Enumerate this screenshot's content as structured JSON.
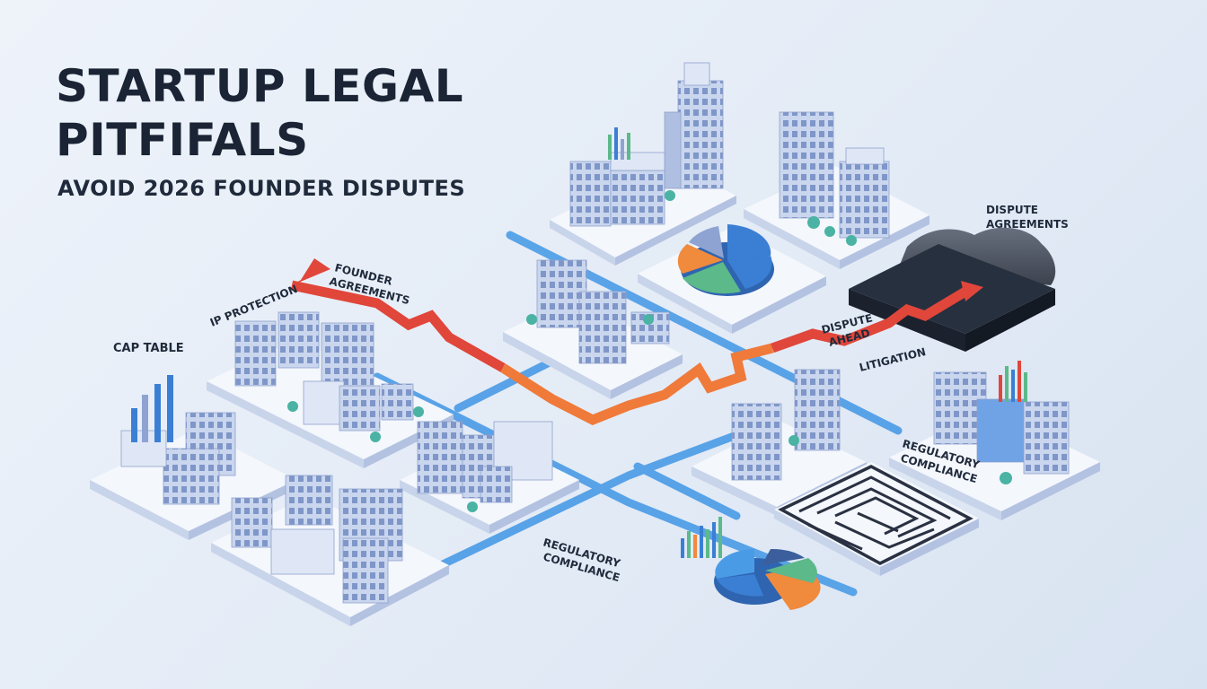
{
  "header": {
    "title_line1": "STARTUP LEGAL",
    "title_line2": "PITFIFALS",
    "subtitle": "AVOID 2026 FOUNDER DISPUTES"
  },
  "labels": {
    "cap_table": "CAP TABLE",
    "ip_protection": "IP PROTECTION",
    "founder_agreements_1": "FOUNDER",
    "founder_agreements_2": "AGREEMENTS",
    "dispute_agreements_1": "DISPUTE",
    "dispute_agreements_2": "AGREEMENTS",
    "dispute_ahead_1": "DISPUTE",
    "dispute_ahead_2": "AHEAD",
    "litigation": "LITIGATION",
    "regulatory_compliance_right_1": "REGULATORY",
    "regulatory_compliance_right_2": "COMPLIANCE",
    "regulatory_compliance_bottom_1": "REGULATORY",
    "regulatory_compliance_bottom_2": "COMPLIANCE"
  },
  "colors": {
    "path_red": "#e0463a",
    "path_orange": "#ef7a3a",
    "road_blue": "#4a9be6",
    "building_light": "#dfe7f6",
    "building_mid": "#aebfe2",
    "building_dark": "#8ea3d1",
    "platform_top": "#f4f7fc",
    "dispute_block": "#27303f",
    "pie_blue": "#3b7fd4",
    "pie_green": "#5cb98a",
    "pie_orange": "#f08a3c"
  }
}
